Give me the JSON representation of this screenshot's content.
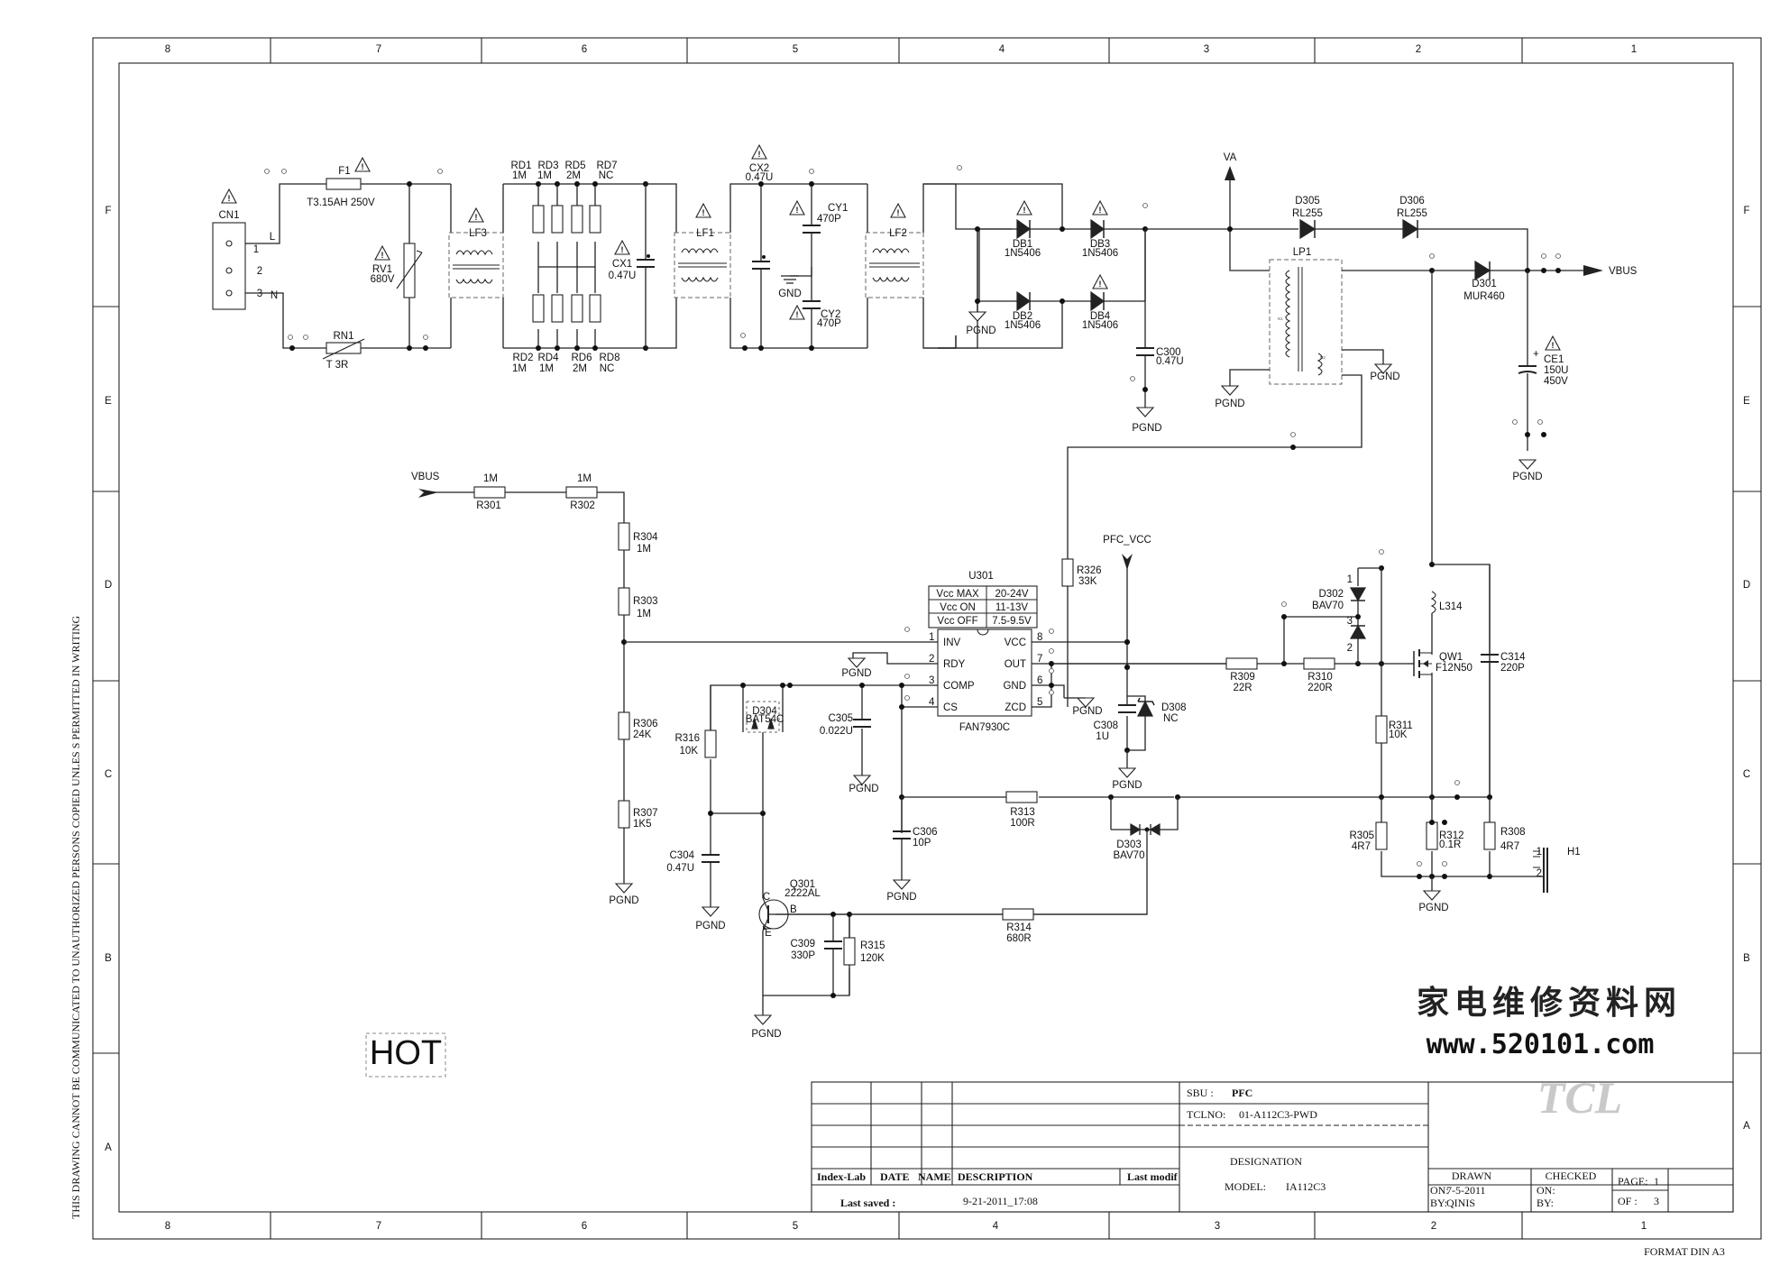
{
  "frame": {
    "col_labels": [
      "8",
      "7",
      "6",
      "5",
      "4",
      "3",
      "2",
      "1"
    ],
    "row_labels": [
      "F",
      "E",
      "D",
      "C",
      "B",
      "A"
    ],
    "side_text": "THIS DRAWING CANNOT BE COMMUNICATED TO UNAUTHORIZED PERSONS COPIED UNLES S PERMITTED IN WRITING",
    "format": "FORMAT DIN A3"
  },
  "labels": {
    "cn1": "CN1",
    "cn1_l": "L",
    "cn1_n": "N",
    "cn1_p1": "1",
    "cn1_p2": "2",
    "cn1_p3": "3",
    "f1": "F1",
    "f1_val": "T3.15AH 250V",
    "rn1": "RN1",
    "rn1_val": "T  3R",
    "rv1": "RV1",
    "rv1_val": "680V",
    "lf3": "LF3",
    "lf1": "LF1",
    "lf2": "LF2",
    "rd1": "RD1",
    "rd1_val": "1M",
    "rd3": "RD3",
    "rd3_val": "1M",
    "rd5": "RD5",
    "rd5_val": "2M",
    "rd7": "RD7",
    "rd7_val": "NC",
    "rd2": "RD2",
    "rd2_val": "1M",
    "rd4": "RD4",
    "rd4_val": "1M",
    "rd6": "RD6",
    "rd6_val": "2M",
    "rd8": "RD8",
    "rd8_val": "NC",
    "cx1": "CX1",
    "cx1_val": "0.47U",
    "cx2": "CX2",
    "cx2_val": "0.47U",
    "cy1": "CY1",
    "cy1_val": "470P",
    "cy2": "CY2",
    "cy2_val": "470P",
    "gnd": "GND",
    "db1": "DB1",
    "db1_val": "1N5406",
    "db2": "DB2",
    "db2_val": "1N5406",
    "db3": "DB3",
    "db3_val": "1N5406",
    "db4": "DB4",
    "db4_val": "1N5406",
    "va": "VA",
    "c300": "C300",
    "c300_val": "0.47U",
    "d305": "D305",
    "d305_val": "RL255",
    "d306": "D306",
    "d306_val": "RL255",
    "lp1": "LP1",
    "n1": "N1",
    "n2": "N2",
    "d301": "D301",
    "d301_val": "MUR460",
    "vbus": "VBUS",
    "ce1": "CE1",
    "ce1_val1": "150U",
    "ce1_val2": "450V",
    "pgnd": "PGND",
    "r301": "R301",
    "r301_val": "1M",
    "r302": "R302",
    "r302_val": "1M",
    "r304": "R304",
    "r304_val": "1M",
    "r303": "R303",
    "r303_val": "1M",
    "r306": "R306",
    "r306_val": "24K",
    "r307": "R307",
    "r307_val": "1K5",
    "u301": "U301",
    "u301_part": "FAN7930C",
    "vcc_max": "Vcc MAX",
    "vcc_max_v": "20-24V",
    "vcc_on": "Vcc  ON",
    "vcc_on_v": "11-13V",
    "vcc_off": "Vcc OFF",
    "vcc_off_v": "7.5-9.5V",
    "pin_inv": "INV",
    "pin_rdy": "RDY",
    "pin_comp": "COMP",
    "pin_cs": "CS",
    "pin_vcc": "VCC",
    "pin_out": "OUT",
    "pin_gnd": "GND",
    "pin_zcd": "ZCD",
    "pn1": "1",
    "pn2": "2",
    "pn3": "3",
    "pn4": "4",
    "pn5": "5",
    "pn6": "6",
    "pn7": "7",
    "pn8": "8",
    "r326": "R326",
    "r326_val": "33K",
    "pfc_vcc": "PFC_VCC",
    "c308": "C308",
    "c308_val": "1U",
    "d308": "D308",
    "d308_val": "NC",
    "r309": "R309",
    "r309_val": "22R",
    "r310": "R310",
    "r310_val": "220R",
    "d302": "D302",
    "d302_val": "BAV70",
    "l314": "L314",
    "qw1": "QW1",
    "qw1_val": "F12N50",
    "c314": "C314",
    "c314_val": "220P",
    "r311": "R311",
    "r311_val": "10K",
    "r305": "R305",
    "r305_val": "4R7",
    "r312": "R312",
    "r312_val": "0.1R",
    "r308": "R308",
    "r308_val": "4R7",
    "h1": "H1",
    "r316": "R316",
    "r316_val": "10K",
    "d304": "D304",
    "d304_val": "BAT54C",
    "c305": "C305",
    "c305_val": "0.022U",
    "c304": "C304",
    "c304_val": "0.47U",
    "r313": "R313",
    "r313_val": "100R",
    "c306": "C306",
    "c306_val": "10P",
    "d303": "D303",
    "d303_val": "BAV70",
    "q301": "Q301",
    "q301_val": "2222AL",
    "q_b": "B",
    "q_c": "C",
    "q_e": "E",
    "c309": "C309",
    "c309_val": "330P",
    "r315": "R315",
    "r315_val": "120K",
    "r314": "R314",
    "r314_val": "680R",
    "hot": "HOT"
  },
  "watermark": {
    "line1": "家电维修资料网",
    "line2": "www.520101.com",
    "brand": "TCL"
  },
  "titleblock": {
    "sbu_label": "SBU :",
    "sbu": "PFC",
    "tclno_label": "TCLNO:",
    "tclno": "01-A112C3-PWD",
    "designation": "DESIGNATION",
    "model_label": "MODEL:",
    "model": "IA112C3",
    "hdr_index": "Index-Lab",
    "hdr_date": "DATE",
    "hdr_name": "NAME",
    "hdr_desc": "DESCRIPTION",
    "hdr_lastmod": "Last modif",
    "last_saved_label": "Last saved :",
    "last_saved": "9-21-2011_17:08",
    "drawn": "DRAWN",
    "drawn_on_label": "ON:",
    "drawn_on": "7-5-2011",
    "drawn_by_label": "BY:",
    "drawn_by": "QINIS",
    "checked": "CHECKED",
    "checked_on_label": "ON:",
    "checked_by_label": "BY:",
    "page_label": "PAGE:",
    "page": "1",
    "of_label": "OF :",
    "of": "3"
  }
}
